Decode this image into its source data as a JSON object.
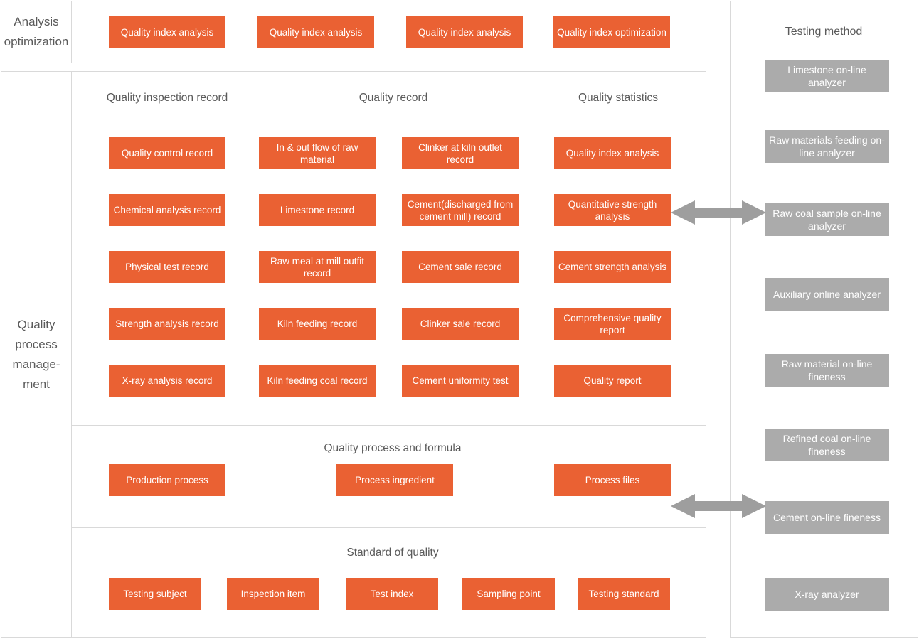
{
  "colors": {
    "orange": "#EA6133",
    "gray": "#ABABAB",
    "border": "#D9D9D9",
    "text": "#5A5A5A",
    "arrow": "#9E9E9E"
  },
  "left_labels": {
    "analysis_optimization": "Analysis optimization",
    "quality_process_management": "Quality process manage-ment"
  },
  "top_section": {
    "boxes": [
      {
        "label": "Quality index analysis"
      },
      {
        "label": "Quality index analysis"
      },
      {
        "label": "Quality index analysis"
      },
      {
        "label": "Quality index optimization"
      }
    ]
  },
  "records_section": {
    "column_titles": [
      "Quality inspection record",
      "Quality record",
      "Quality statistics"
    ],
    "columns": [
      {
        "name": "quality-inspection-record",
        "boxes": [
          {
            "label": "Quality control record"
          },
          {
            "label": "Chemical analysis record"
          },
          {
            "label": "Physical test record"
          },
          {
            "label": "Strength analysis record"
          },
          {
            "label": "X-ray analysis record"
          }
        ]
      },
      {
        "name": "quality-record-a",
        "boxes": [
          {
            "label": "In & out flow of raw material"
          },
          {
            "label": "Limestone record"
          },
          {
            "label": "Raw meal at mill outfit record"
          },
          {
            "label": "Kiln feeding record"
          },
          {
            "label": "Kiln feeding coal record"
          }
        ]
      },
      {
        "name": "quality-record-b",
        "boxes": [
          {
            "label": "Clinker at kiln outlet record"
          },
          {
            "label": "Cement(discharged from cement mill) record"
          },
          {
            "label": "Cement sale record"
          },
          {
            "label": "Clinker sale record"
          },
          {
            "label": "Cement uniformity test"
          }
        ]
      },
      {
        "name": "quality-statistics",
        "boxes": [
          {
            "label": "Quality index analysis"
          },
          {
            "label": "Quantitative strength analysis"
          },
          {
            "label": "Cement strength analysis"
          },
          {
            "label": "Comprehensive quality report"
          },
          {
            "label": "Quality report"
          }
        ]
      }
    ]
  },
  "process_section": {
    "title": "Quality process and formula",
    "boxes": [
      {
        "label": "Production process"
      },
      {
        "label": "Process ingredient"
      },
      {
        "label": "Process files"
      }
    ]
  },
  "standard_section": {
    "title": "Standard of quality",
    "boxes": [
      {
        "label": "Testing subject"
      },
      {
        "label": "Inspection item"
      },
      {
        "label": "Test index"
      },
      {
        "label": "Sampling point"
      },
      {
        "label": "Testing standard"
      }
    ]
  },
  "testing_method": {
    "title": "Testing method",
    "boxes": [
      {
        "label": "Limestone  on-line analyzer"
      },
      {
        "label": "Raw materials feeding on-line analyzer"
      },
      {
        "label": "Raw coal sample on-line analyzer"
      },
      {
        "label": "Auxiliary online analyzer"
      },
      {
        "label": "Raw material on-line fineness"
      },
      {
        "label": "Refined coal on-line fineness"
      },
      {
        "label": "Cement on-line fineness"
      },
      {
        "label": "X-ray analyzer"
      }
    ]
  },
  "connectors": [
    {
      "name": "connector-quantitative-strength-to-raw-coal"
    },
    {
      "name": "connector-process-files-to-cement-fineness"
    }
  ]
}
